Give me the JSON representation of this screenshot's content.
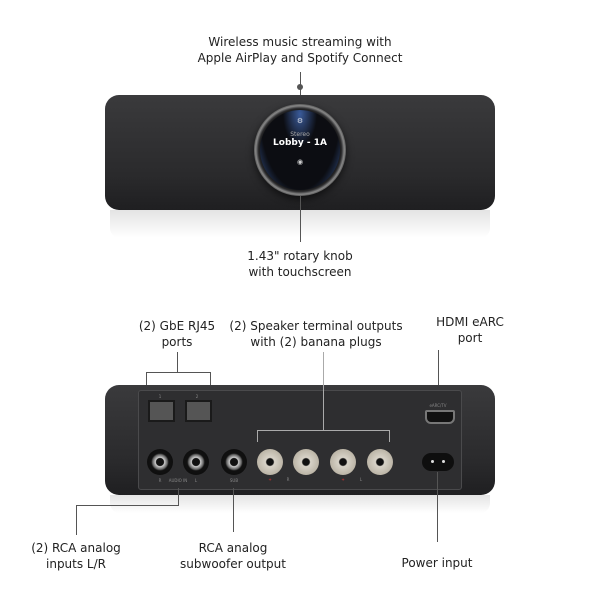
{
  "front": {
    "caption_line1": "Wireless music streaming with",
    "caption_line2": "Apple AirPlay and Spotify Connect",
    "knob_caption_line1": "1.43\" rotary knob",
    "knob_caption_line2": "with touchscreen",
    "screen": {
      "mode": "Stereo",
      "zone": "Lobby - 1A"
    }
  },
  "back": {
    "rj45": {
      "line1": "(2) GbE RJ45",
      "line2": "ports",
      "port_labels": [
        "1",
        "2"
      ]
    },
    "speaker": {
      "line1": "(2) Speaker terminal outputs",
      "line2": "with (2) banana plugs"
    },
    "hdmi": {
      "line1": "HDMI eARC",
      "line2": "port",
      "port_label": "eARC/TV"
    },
    "rca_in": {
      "line1": "(2) RCA analog",
      "line2": "inputs L/R",
      "port_labels": [
        "R",
        "AUDIO IN",
        "L"
      ]
    },
    "sub": {
      "line1": "RCA analog",
      "line2": "subwoofer output",
      "port_label": "SUB"
    },
    "power": {
      "line1": "Power input"
    },
    "terminal_labels": [
      "+",
      "R",
      "+",
      "L"
    ]
  }
}
